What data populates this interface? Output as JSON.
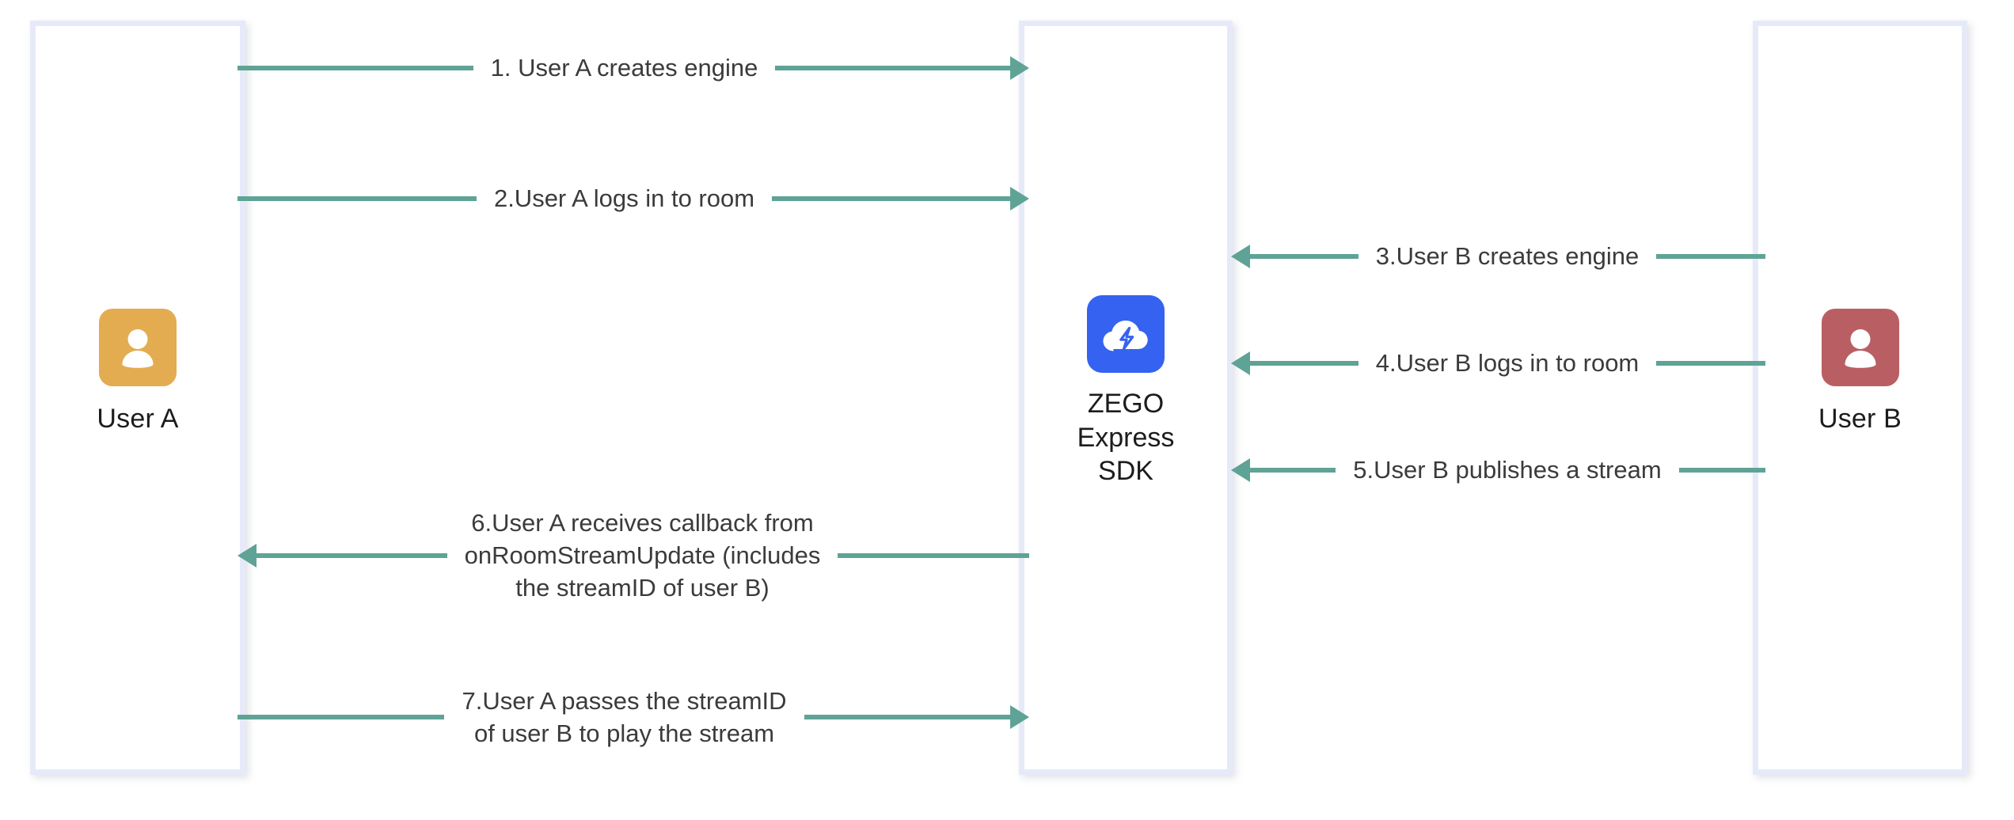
{
  "diagram": {
    "type": "sequence-diagram",
    "title": "ZEGO Express SDK publish/play flow between User A and User B",
    "colors": {
      "lane_border": "#e6eaf8",
      "arrow": "#5fa396",
      "avatar_a": "#e3ac51",
      "avatar_b": "#b95f63",
      "logo_tile": "#3562f0",
      "text": "#3b3b3b",
      "background": "#ffffff"
    }
  },
  "actors": {
    "left": {
      "label": "User A",
      "avatar_icon": "person-avatar-icon",
      "avatar_color": "#e3ac51"
    },
    "center": {
      "label": "ZEGO\nExpress\nSDK",
      "label_lines": [
        "ZEGO",
        "Express",
        "SDK"
      ],
      "logo_icon": "zego-cloud-lightning-icon",
      "logo_color": "#3562f0"
    },
    "right": {
      "label": "User B",
      "avatar_icon": "person-avatar-icon",
      "avatar_color": "#b95f63"
    }
  },
  "messages": [
    {
      "step": "1",
      "text": "1. User A creates engine",
      "from": "User A",
      "to": "ZEGO Express SDK",
      "direction": "right"
    },
    {
      "step": "2",
      "text": "2.User A logs in to room",
      "from": "User A",
      "to": "ZEGO Express SDK",
      "direction": "right"
    },
    {
      "step": "3",
      "text": "3.User B creates engine",
      "from": "User B",
      "to": "ZEGO Express SDK",
      "direction": "left"
    },
    {
      "step": "4",
      "text": "4.User B logs in to room",
      "from": "User B",
      "to": "ZEGO Express SDK",
      "direction": "left"
    },
    {
      "step": "5",
      "text": "5.User B publishes a stream",
      "from": "User B",
      "to": "ZEGO Express SDK",
      "direction": "left"
    },
    {
      "step": "6",
      "text": "6.User A receives callback from\nonRoomStreamUpdate (includes\nthe streamID of user B)",
      "from": "ZEGO Express SDK",
      "to": "User A",
      "direction": "left"
    },
    {
      "step": "7",
      "text": "7.User A passes the streamID\nof user B to play the stream",
      "from": "User A",
      "to": "ZEGO Express SDK",
      "direction": "right"
    }
  ]
}
